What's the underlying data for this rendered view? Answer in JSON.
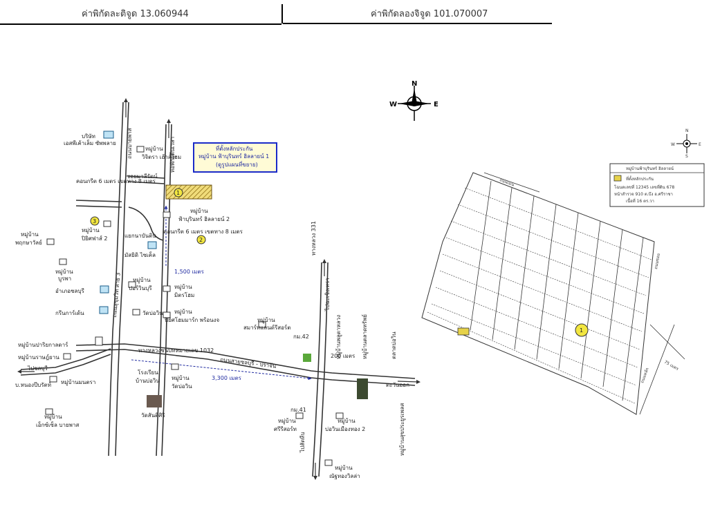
{
  "header": {
    "latitude_label": "ค่าพิกัดละติจูด 13.060944",
    "longitude_label": "ค่าพิกัดลองจิจูด 101.070007"
  },
  "compass": {
    "north": "N",
    "south": "S",
    "east": "E",
    "west": "W"
  },
  "callout": {
    "line1": "ที่ตั้งหลักประกัน",
    "line2": "หมู่บ้าน ฟ้าบุรินทร์ ฮิลลายน์ 1",
    "line3": "(ดูรูปแผนที่ขยาย)",
    "border_color": "#1a2ac8",
    "fill_color": "#fffbd6"
  },
  "map_labels": {
    "company": "บริษัท",
    "company2": "เอสพีเค้าเล็ม ซัพพลาย",
    "village_wichian": "หมู่บ้าน",
    "village_wichian2": "วิจิตรา เฮ้าส์โฮม",
    "road_big": "ถนนบายพาส",
    "dormitory": "หอพักผู้ต้นเวลา",
    "pra_vee": "ซอยมาลีรัตน์",
    "pattern_road": "ถนนสุขุมวิท สาย 3",
    "distance_top": "คอนกรีต 6 เมตร เขตทาง 8 เมตร",
    "pin_3": "3",
    "village_pp2": "หมู่บ้าน",
    "village_pp2b": "ปิยิศฟาส์ 2",
    "village_prapa": "หมู่บ้าน",
    "village_prapa2": "พฤกษาวัลย์",
    "yaek": "แยกนาบันติน",
    "village_fah2": "หมู่บ้าน",
    "village_fah2b": "ฟ้าบุรินทร์ ฮิลลายน์ 2",
    "distance_mid": "คอนกรีต 6 เมตร เขตทาง 8 เมตร",
    "pin_2": "2",
    "pin_1": "1",
    "seven": "มัสยิดิ ไซเค็ล",
    "village_bura": "หมู่บ้าน",
    "village_bura2": "บูรพา",
    "dist_1500": "1,500 เมตร",
    "amphoe": "อำเภอชลบุรี",
    "village_pon": "หมู่บ้าน",
    "village_pon2": "ปอร์วินบุรี",
    "village_mit": "หมู่บ้าน",
    "village_mit2": "มิตรโฮม",
    "garden": "กรีนการ์เด้น",
    "wat": "วัดบ่อวิน",
    "village_prog": "หมู่บ้าน",
    "village_prog2": "ปิยิศโฮมมาร์ก พร้อนงจ",
    "village_pracha": "หมู่บ้านปาริยกาลดาร์",
    "village_rat": "หมู่บ้านราษฎ์ยาน",
    "to_chon": "ไปชลบุรี",
    "ban_nong": "บ.หนองปีบรัตท์",
    "village_manee": "หมู่บ้านมนตรา",
    "highway_1032": "ทางหลวงชนบทหมายเลข 1032",
    "village_sam": "หมู่บ้าน",
    "village_sam2": "สมาร์ทแลนด์รีสอร์ต",
    "km42": "กม.42",
    "dist_200": "200 เมตร",
    "road_rayong": "ถนนสายชลบุรี - ปราจีน",
    "dist_3300": "3,300 เมตร",
    "hospital": "โรงเรียน",
    "hospital2": "บ้านบ่อวิน",
    "village_wat": "หมู่บ้าน",
    "village_wat2": "วัดบ่อวิน",
    "wat_sansiri": "วัดสันติศิริ",
    "village_ek": "หมู่บ้าน",
    "village_ek2": "เอ็กซ์เซ็ล บายพาส",
    "km41": "กม.41",
    "village_sri": "หมู่บ้าน",
    "village_sri2": "ศรีรีสอร์ท",
    "village_bor2": "หมู่บ้าน",
    "village_bor2b": "บ่อวินเมืองทอง 2",
    "village_nat": "หมู่บ้าน",
    "village_nat2": "ณัฐทองวิลล่า",
    "road_331": "ทางหลวง 331",
    "road_vertical_r": "ไปฉะเชิงเทรา",
    "road_vertical_r2": "ไปสัตหีบ",
    "village_pk": "หมู่บ้านพลูตาหลวง",
    "village_tw": "หมู่บ้านตลาดทรัพย์",
    "seafood": "ตลาดบ่อวิน",
    "bottom_right_v": "หมู่บ้านสุขประยูรเพลส",
    "oo": "ตะวันออก"
  },
  "inset": {
    "legend_title": "หมู่บ้านฟ้าบุรินทร์ ฮิลลายน์",
    "legend_item": "ที่ตั้งหลักประกัน",
    "legend_note1": "โฉนดเลขที่ 12345 เลขที่ดิน 678",
    "legend_note2": "หน้าสำรวจ 910 ต.บึง อ.ศรีราชา",
    "legend_note3": "เนื้อที่ 16 ตร.วา",
    "road_label_top": "ถนนเมน",
    "road_label_right": "ถนนซอย",
    "road_label_bottom": "ถนนหลัก",
    "pin": "1",
    "dim_label": "75 เมตร",
    "parcel_color": "#e6d24a"
  },
  "colors": {
    "road": "#3a3a3a",
    "blue_label": "#1f2aa0",
    "pin_fill": "#f2e640",
    "hatch": "#c9a52a"
  }
}
